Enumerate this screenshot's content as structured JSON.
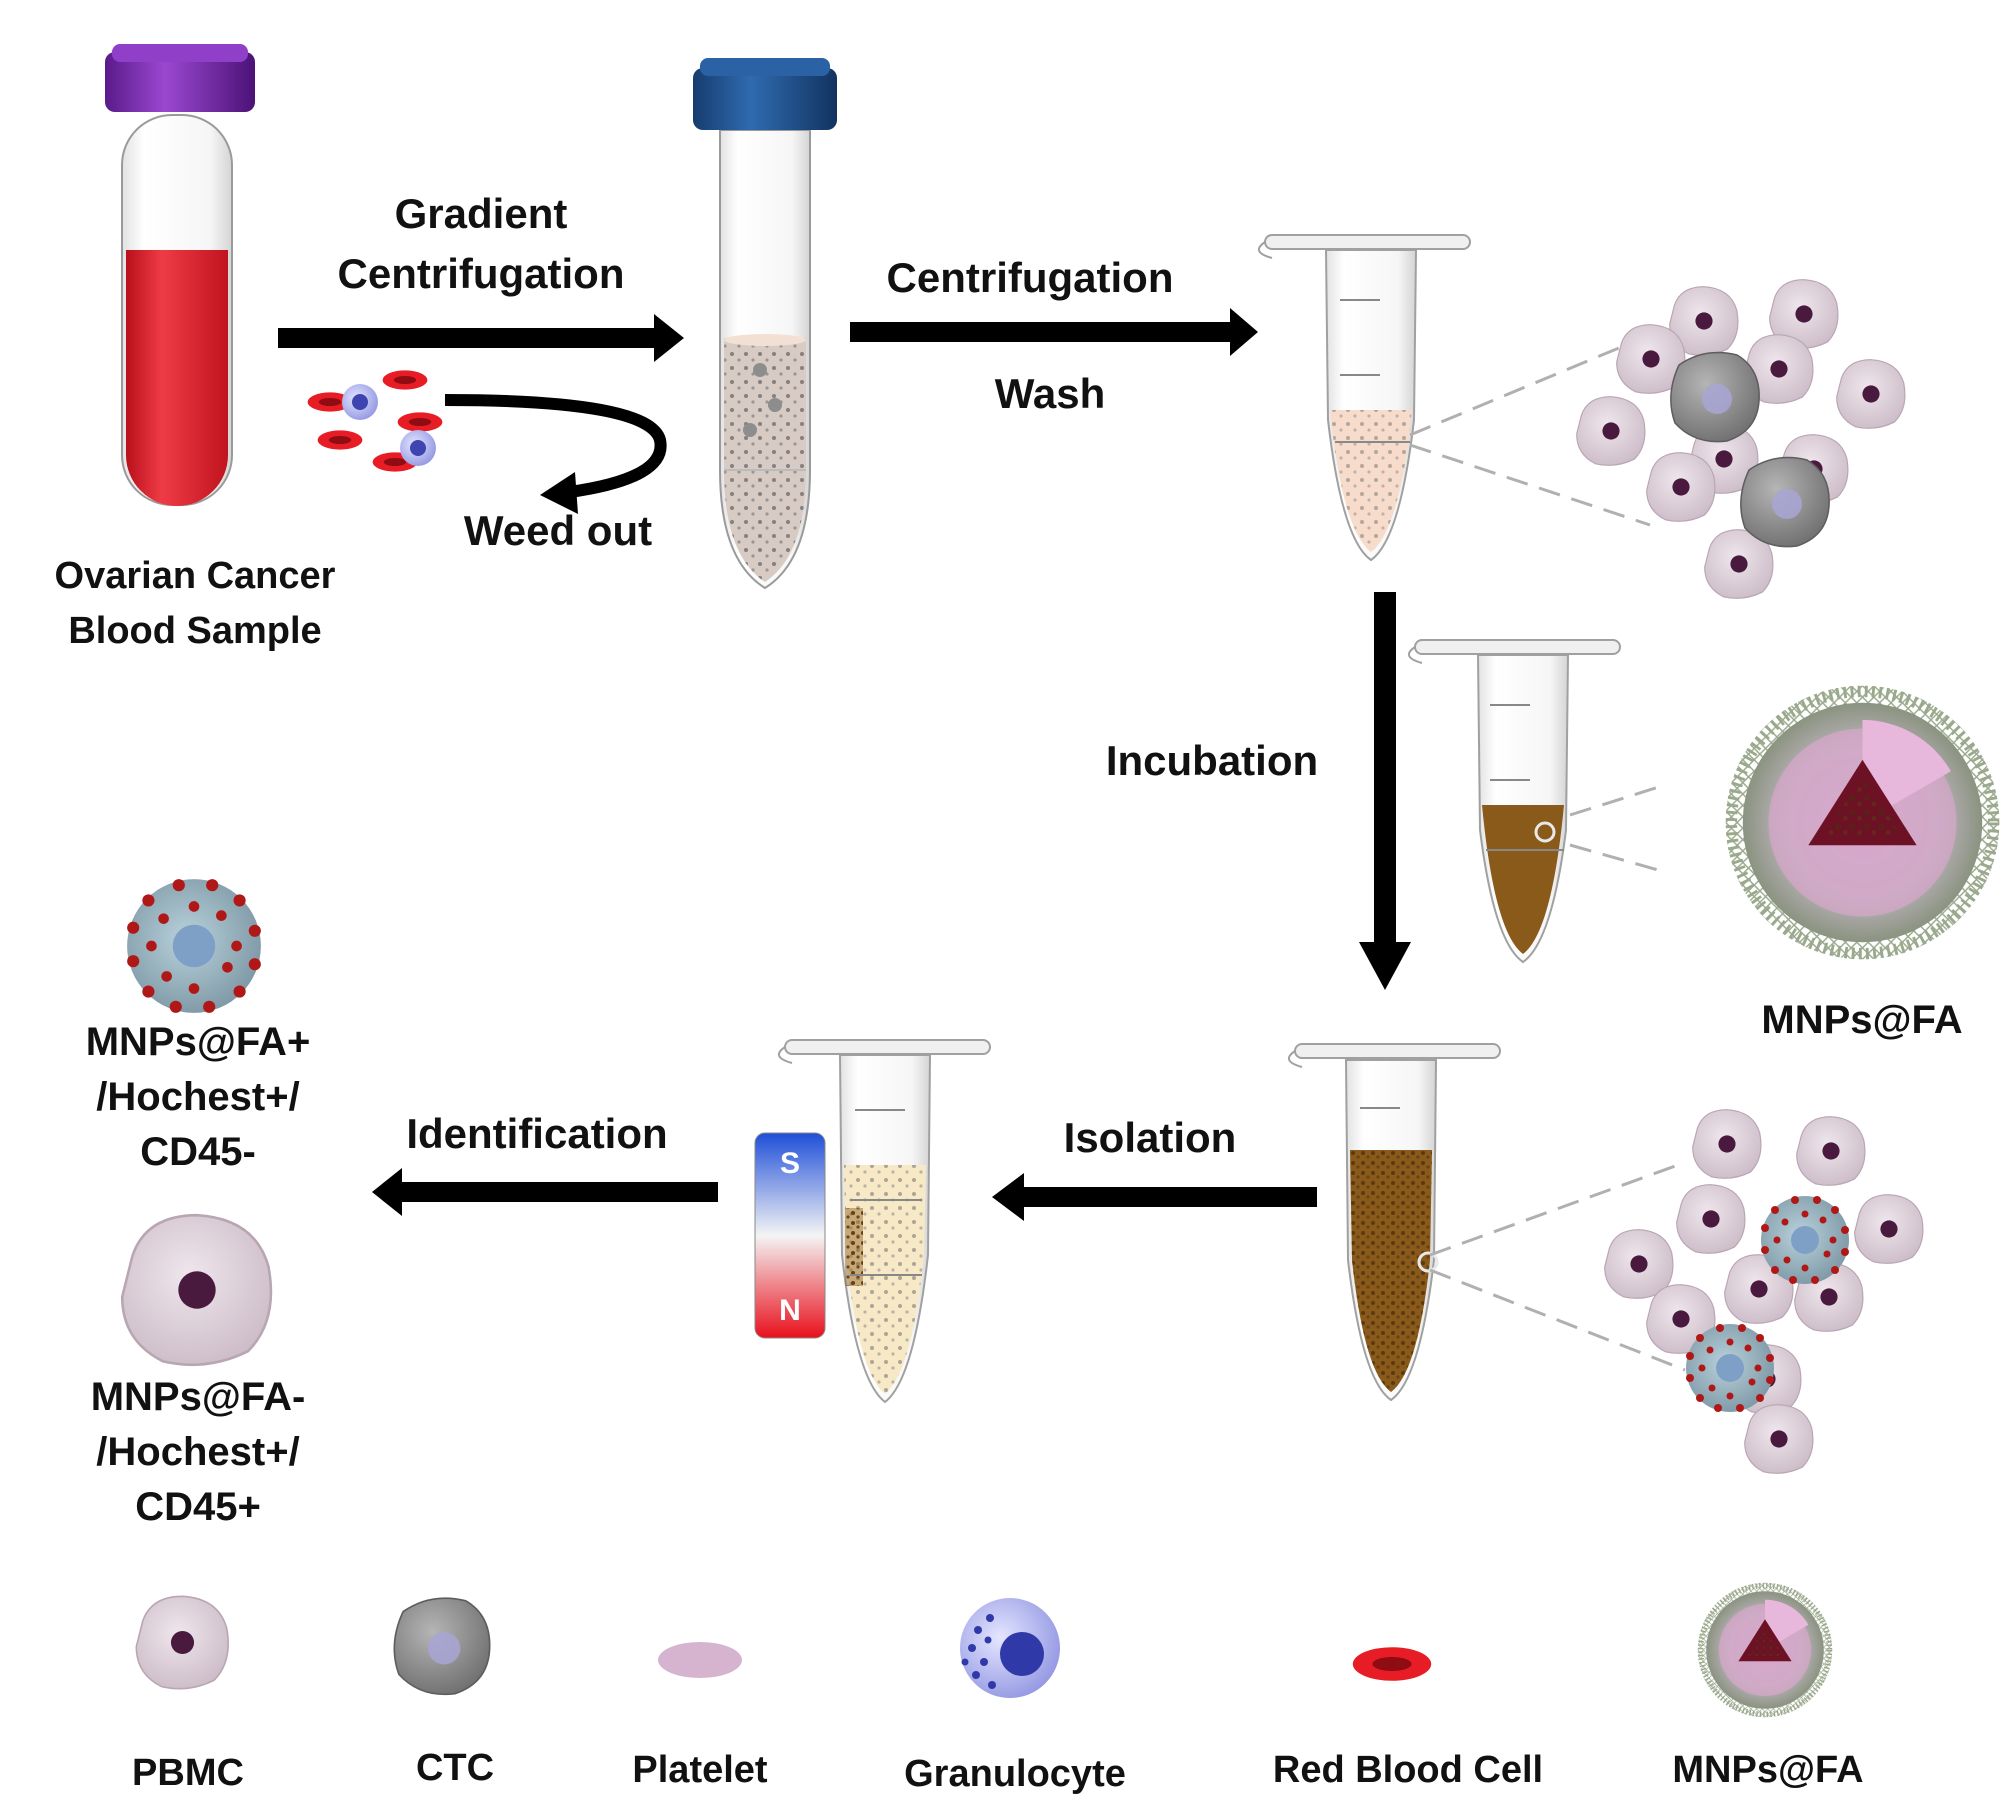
{
  "steps": {
    "gradient_line1": "Gradient",
    "gradient_line2": "Centrifugation",
    "weed_out": "Weed out",
    "centrifugation": "Centrifugation",
    "wash": "Wash",
    "incubation": "Incubation",
    "isolation": "Isolation",
    "identification": "Identification"
  },
  "sample": {
    "line1": "Ovarian Cancer",
    "line2": "Blood Sample"
  },
  "nanoparticle_label": "MNPs@FA",
  "magnet": {
    "south": "S",
    "north": "N"
  },
  "identified": {
    "positive": [
      "MNPs@FA+",
      "/Hochest+/",
      "CD45-"
    ],
    "negative": [
      "MNPs@FA-",
      "/Hochest+/",
      "CD45+"
    ]
  },
  "legend": [
    {
      "label": "PBMC",
      "icon": "pbmc-cell-icon"
    },
    {
      "label": "CTC",
      "icon": "ctc-cell-icon"
    },
    {
      "label": "Platelet",
      "icon": "platelet-icon"
    },
    {
      "label": "Granulocyte",
      "icon": "granulocyte-icon"
    },
    {
      "label": "Red Blood Cell",
      "icon": "red-blood-cell-icon"
    },
    {
      "label": "MNPs@FA",
      "icon": "mnps-fa-icon"
    }
  ],
  "colors": {
    "blood": "#e01e2a",
    "cap_purple": "#7b2cb0",
    "cap_blue": "#1e4f8c",
    "brown": "#8a5a1a",
    "pbmc": "#ddd0d8",
    "ctc": "#8c8c8c"
  }
}
